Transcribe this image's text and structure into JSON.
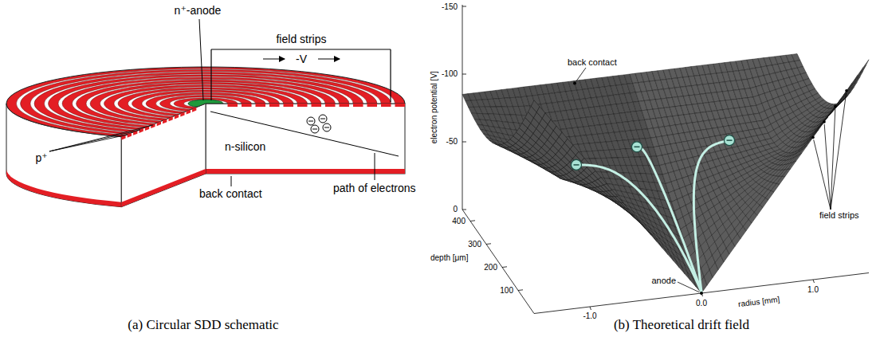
{
  "diagram": {
    "labels": [
      "n⁺-anode",
      "field strips",
      "-V",
      "p⁺",
      "n-silicon",
      "back contact",
      "path of electrons",
      "-150",
      "-100",
      "-50",
      "0",
      "electron potential [V]",
      "back contact",
      "field strips",
      "anode",
      "400",
      "300",
      "200",
      "100",
      "depth [μm]",
      "-1.0",
      "0.0",
      "1.0",
      "radius [mm]",
      "(a) Circular SDD schematic",
      "(b) Theoretical drift field"
    ]
  }
}
